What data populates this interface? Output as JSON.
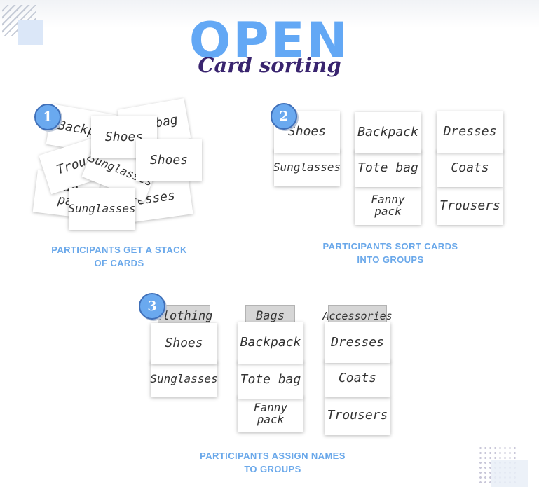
{
  "header": {
    "title": "OPEN",
    "subtitle": "Card sorting"
  },
  "colors": {
    "accent": "#63a8f5",
    "title_dark": "#39246f",
    "caption": "#6aa8ea",
    "group_header": "#d6d6d6"
  },
  "steps": [
    {
      "number": "1",
      "caption_line1": "PARTICIPANTS GET A STACK",
      "caption_line2": "OF CARDS"
    },
    {
      "number": "2",
      "caption_line1": "PARTICIPANTS SORT CARDS",
      "caption_line2": "INTO GROUPS"
    },
    {
      "number": "3",
      "caption_line1": "PARTICIPANTS ASSIGN NAMES",
      "caption_line2": "TO GROUPS"
    }
  ],
  "stack_cards": {
    "backpack_partial": "Backpa",
    "bag_partial": "bag",
    "fanny_partial": "fan\npa",
    "trousers_partial": "Trouser",
    "dresses_partial": "resses",
    "sunglasses_back": "Sunglasses",
    "shoes_back": "Shoes",
    "shoes_front": "Shoes",
    "sunglasses_front": "Sunglasses"
  },
  "sorted_groups": [
    {
      "cards": [
        "Shoes",
        "Sunglasses"
      ]
    },
    {
      "cards": [
        "Backpack",
        "Tote bag",
        "Fanny\npack"
      ]
    },
    {
      "cards": [
        "Dresses",
        "Coats",
        "Trousers"
      ]
    }
  ],
  "named_groups": [
    {
      "name": "Clothing",
      "cards": [
        "Shoes",
        "Sunglasses"
      ]
    },
    {
      "name": "Bags",
      "cards": [
        "Backpack",
        "Tote bag",
        "Fanny\npack"
      ]
    },
    {
      "name": "Accessories",
      "cards": [
        "Dresses",
        "Coats",
        "Trousers"
      ]
    }
  ]
}
